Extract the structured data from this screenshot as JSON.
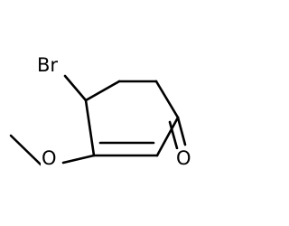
{
  "molecule": {
    "atoms": {
      "bromine": "Br",
      "ether_oxygen": "O",
      "carbonyl_oxygen": "O"
    },
    "colors": {
      "bond": "#000000",
      "label": "#000000",
      "background": "#ffffff"
    }
  }
}
